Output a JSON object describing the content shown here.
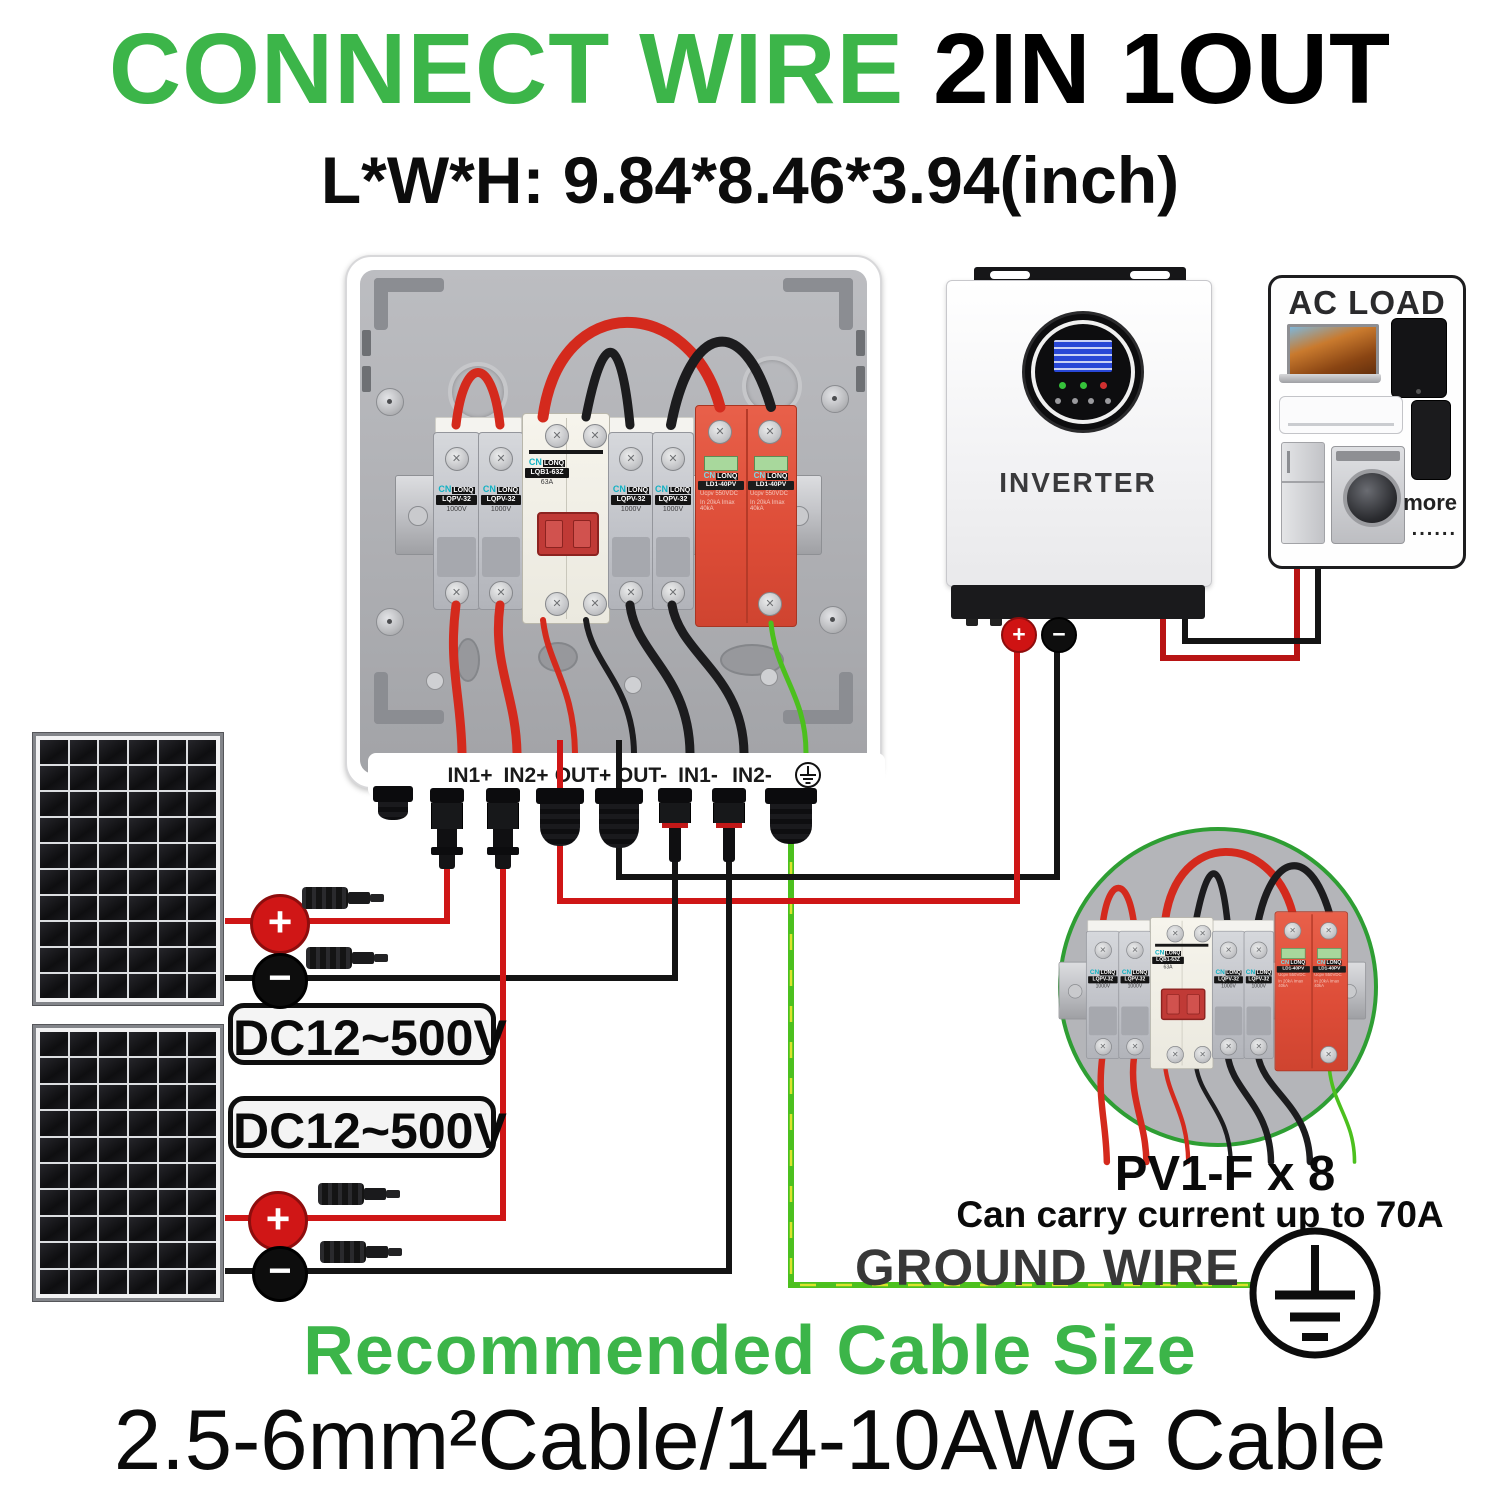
{
  "title": {
    "part_green": "CONNECT WIRE ",
    "part_black": "2IN 1OUT"
  },
  "subtitle": "L*W*H: 9.84*8.46*3.94(inch)",
  "combiner_box": {
    "brand_cn": "CN",
    "brand_lonq": "LONQ",
    "fuse_model": "LQPV-32",
    "fuse_rating": "1000V",
    "breaker_model": "LQB1-63Z",
    "breaker_rating": "63A",
    "spd_model": "LD1-40PV",
    "terminals": [
      "IN1+",
      "IN2+",
      "OUT+",
      "OUT-",
      "IN1-",
      "IN2-"
    ]
  },
  "inverter": {
    "label": "INVERTER",
    "plus": "+",
    "minus": "−"
  },
  "ac_load": {
    "title": "AC LOAD",
    "more_label": "more",
    "dots": "......"
  },
  "solar": {
    "dc_label_1": "DC12~500V",
    "dc_label_2": "DC12~500V",
    "plus": "+",
    "minus": "−"
  },
  "inset": {
    "pv_label": "PV1-F x 8",
    "capacity": "Can carry current up to 70A"
  },
  "ground": {
    "label": "GROUND WIRE"
  },
  "footer": {
    "headline": "Recommended Cable Size",
    "cable_spec": "2.5-6mm²Cable/14-10AWG Cable"
  },
  "colors": {
    "title_green": "#3cb549",
    "wire_red": "#cf1616",
    "wire_black": "#141414",
    "wire_green": "#4cc01e",
    "spd_red": "#dd4c37"
  }
}
